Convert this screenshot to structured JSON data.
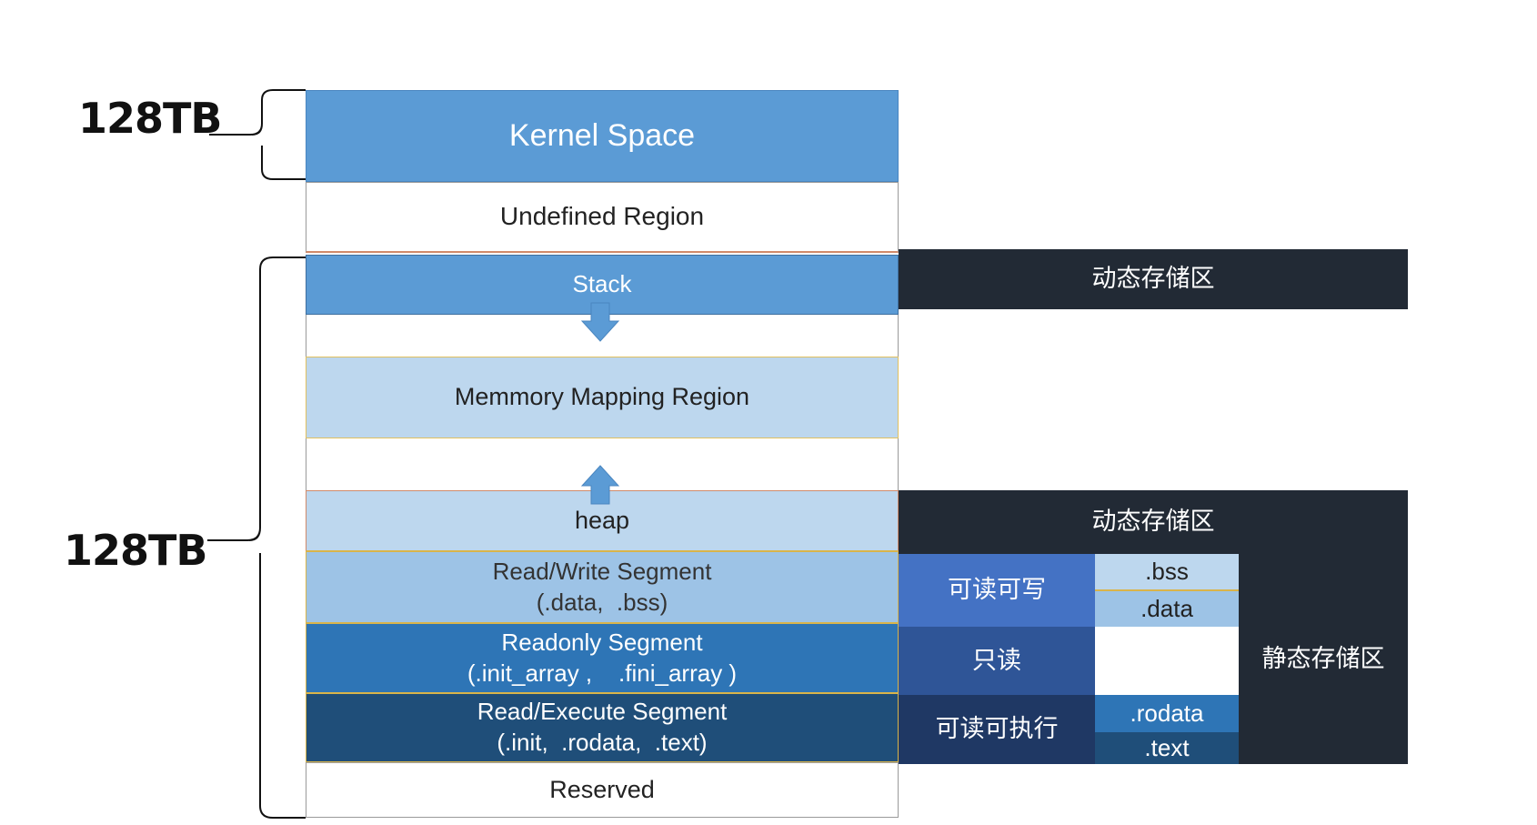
{
  "colors": {
    "kernel": "#5b9bd5",
    "stack": "#5b9bd5",
    "mmap": "#bdd7ee",
    "heap": "#bdd7ee",
    "rw": "#9dc3e6",
    "ro": "#2e75b6",
    "rx": "#1f4e79",
    "dark_panel": "#222a35",
    "rw_tag": "#4472c4",
    "ro_tag": "#2f5597",
    "rx_tag": "#1f3864",
    "arrow": "#5b9bd5"
  },
  "size_labels": {
    "top": "128TB",
    "bottom": "128TB"
  },
  "regions": {
    "kernel": "Kernel Space",
    "undefined": "Undefined Region",
    "stack": "Stack",
    "mmap": "Memmory Mapping Region",
    "heap": "heap",
    "rw_title": "Read/Write Segment",
    "rw_sub": "(.data,  .bss)",
    "ro_title": "Readonly Segment",
    "ro_sub": "(.init_array ,    .fini_array )",
    "rx_title": "Read/Execute Segment",
    "rx_sub": "(.init,  .rodata,  .text)",
    "reserved": "Reserved"
  },
  "annotations": {
    "dynamic_storage_top": "动态存储区",
    "dynamic_storage_heap": "动态存储区",
    "rw_perm": "可读可写",
    "ro_perm": "只读",
    "rx_perm": "可读可执行",
    "bss": ".bss",
    "data": ".data",
    "rodata": ".rodata",
    "text": ".text",
    "static_storage": "静态存储区"
  },
  "arrows": {
    "stack_growth": "down",
    "heap_growth": "up"
  }
}
